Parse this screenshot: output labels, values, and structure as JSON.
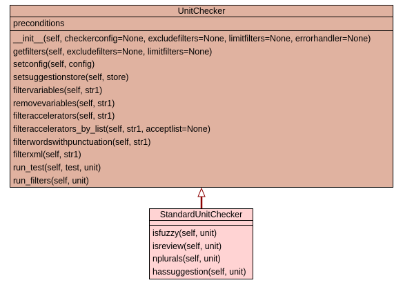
{
  "diagram": {
    "parent_class": {
      "name": "UnitChecker",
      "attributes": [
        "preconditions"
      ],
      "methods": [
        "__init__(self, checkerconfig=None, excludefilters=None, limitfilters=None, errorhandler=None)",
        "getfilters(self, excludefilters=None, limitfilters=None)",
        "setconfig(self, config)",
        "setsuggestionstore(self, store)",
        "filtervariables(self, str1)",
        "removevariables(self, str1)",
        "filteraccelerators(self, str1)",
        "filteraccelerators_by_list(self, str1, acceptlist=None)",
        "filterwordswithpunctuation(self, str1)",
        "filterxml(self, str1)",
        "run_test(self, test, unit)",
        "run_filters(self, unit)"
      ],
      "fill_color": "#e0b2a0"
    },
    "child_class": {
      "name": "StandardUnitChecker",
      "attributes": [],
      "methods": [
        "isfuzzy(self, unit)",
        "isreview(self, unit)",
        "nplurals(self, unit)",
        "hassuggestion(self, unit)"
      ],
      "fill_color": "#ffd3d3"
    },
    "relation": {
      "type": "inheritance",
      "line_color": "#8b0000"
    }
  }
}
